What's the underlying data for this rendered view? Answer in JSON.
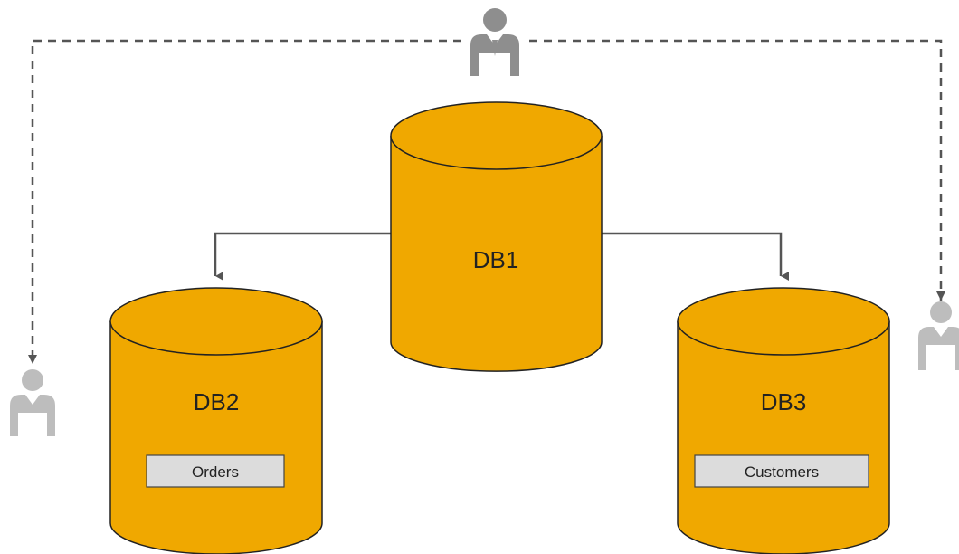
{
  "colors": {
    "db_fill": "#F0A800",
    "db_stroke": "#222222",
    "link": "#555555",
    "dashed_link": "#555555",
    "user_icon": "#A8A8A8",
    "table_fill": "#DCDCDC"
  },
  "databases": {
    "db1": {
      "label": "DB1"
    },
    "db2": {
      "label": "DB2",
      "table": "Orders"
    },
    "db3": {
      "label": "DB3",
      "table": "Customers"
    }
  },
  "users": [
    {
      "icon": "person-icon",
      "role": "top"
    },
    {
      "icon": "person-icon",
      "role": "left"
    },
    {
      "icon": "person-icon",
      "role": "right"
    }
  ]
}
